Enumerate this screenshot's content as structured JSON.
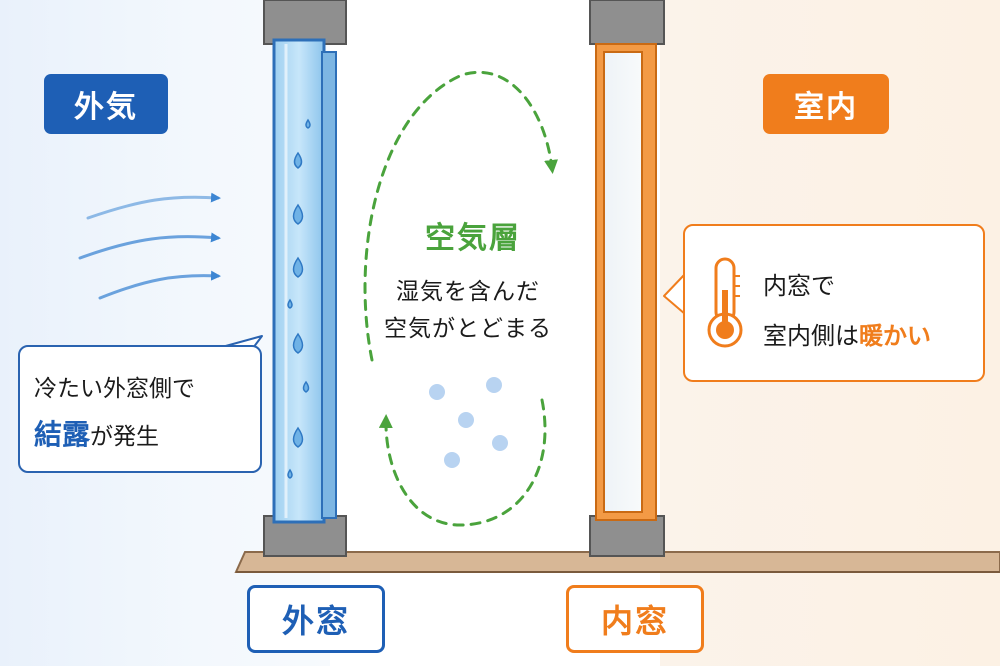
{
  "outside_badge": "外気",
  "inside_badge": "室内",
  "outer_window_label": "外窓",
  "inner_window_label": "内窓",
  "air_layer": {
    "title": "空気層",
    "line1": "湿気を含んだ",
    "line2": "空気がとどまる"
  },
  "left_callout": {
    "line1": "冷たい外窓側で",
    "highlight": "結露",
    "line2_rest": "が発生"
  },
  "right_callout": {
    "line1": "内窓で",
    "line2_start": "室内側は",
    "highlight": "暖かい"
  },
  "colors": {
    "blue": "#1e5fb5",
    "orange": "#f07d1c",
    "green": "#4aa33c",
    "frame_gray": "#8a8a8a",
    "floor": "#c9a482"
  },
  "icons": [
    "wind-arrows-icon",
    "water-drop-icon",
    "thermometer-icon",
    "circulation-arrows-icon"
  ]
}
